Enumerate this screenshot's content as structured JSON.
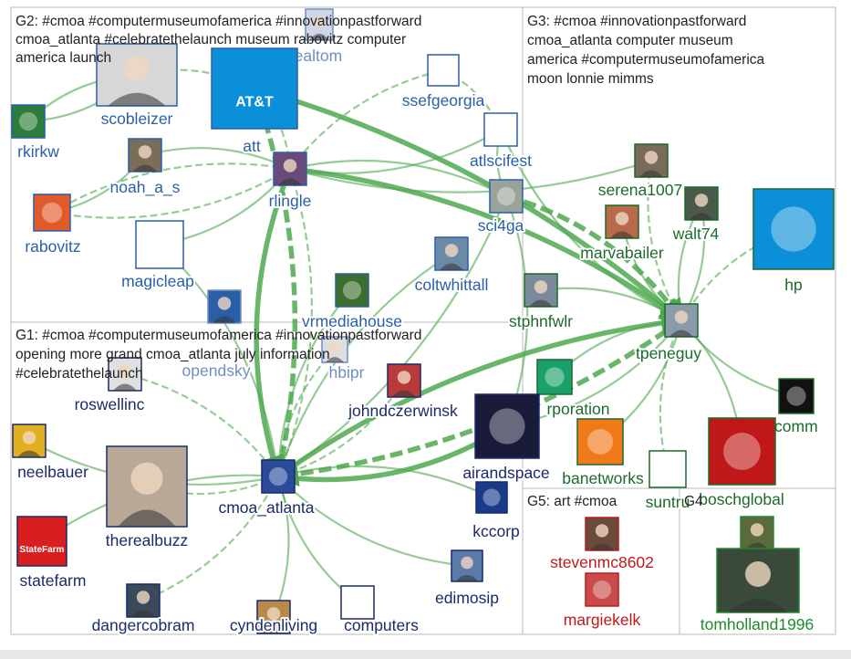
{
  "colors": {
    "edge": "#4fa84f",
    "g1": "#1a2a6c",
    "g2": "#2a5fa8",
    "g3": "#1b6b2a",
    "g4": "#1e8a2e",
    "g5": "#c01818",
    "faded": "#6f8fc4"
  },
  "groups": [
    {
      "id": "G2",
      "lines": [
        "G2: #cmoa #computermuseumofamerica #innovationpastforward",
        "cmoa_atlanta #celebratethelaunch museum rabovitz computer",
        "america launch"
      ]
    },
    {
      "id": "G3",
      "lines": [
        "G3: #cmoa #innovationpastforward",
        "cmoa_atlanta computer museum",
        "america #computermuseumofamerica",
        "moon lonnie mimms"
      ]
    },
    {
      "id": "G1",
      "lines": [
        "G1: #cmoa #computermuseumofamerica #innovationpastforward",
        "opening more grand cmoa_atlanta july information",
        "#celebratethelaunch"
      ]
    },
    {
      "id": "G5",
      "lines": [
        "G5: art #cmoa"
      ]
    },
    {
      "id": "G4",
      "lines": [
        "G4"
      ]
    }
  ],
  "nodes": [
    {
      "id": "scobleizer",
      "label": "scobleizer",
      "group": "g2",
      "icon": "portrait-icon",
      "img": "#d7d7d7"
    },
    {
      "id": "realtom",
      "label": "realtom",
      "group": "faded",
      "icon": "portrait-icon",
      "img": "#cfd6e6"
    },
    {
      "id": "att",
      "label": "att",
      "group": "g2",
      "icon": "att-logo-icon",
      "img": "#0a8fd8",
      "logo": "AT&T"
    },
    {
      "id": "ssefgeorgia",
      "label": "ssefgeorgia",
      "group": "g2",
      "icon": "mortarboard-icon",
      "img": "#ffffff"
    },
    {
      "id": "rkirkw",
      "label": "rkirkw",
      "group": "g2",
      "icon": "flag-icon",
      "img": "#2a7d3a"
    },
    {
      "id": "atlscifest",
      "label": "atlscifest",
      "group": "g2",
      "icon": "science-festival-icon",
      "img": "#ffffff"
    },
    {
      "id": "noah_a_s",
      "label": "noah_a_s",
      "group": "g2",
      "icon": "portrait-icon",
      "img": "#7a6e5a"
    },
    {
      "id": "rlingle",
      "label": "rlingle",
      "group": "g2",
      "icon": "portrait-icon",
      "img": "#6a4a7a"
    },
    {
      "id": "rabovitz",
      "label": "rabovitz",
      "group": "g2",
      "icon": "abstract-art-icon",
      "img": "#e05a2a"
    },
    {
      "id": "sci4ga",
      "label": "sci4ga",
      "group": "g2",
      "icon": "georgia-map-icon",
      "img": "#9aa39a"
    },
    {
      "id": "magicleap",
      "label": "magicleap",
      "group": "g2",
      "icon": "magicleap-logo-icon",
      "img": "#ffffff"
    },
    {
      "id": "coltwhittall",
      "label": "coltwhittall",
      "group": "g2",
      "icon": "portrait-icon",
      "img": "#6a8aa8"
    },
    {
      "id": "vrmediahouse",
      "label": "vrmediahouse",
      "group": "g2",
      "icon": "vr-logo-icon",
      "img": "#3c6e2e"
    },
    {
      "id": "opendsky",
      "label": "opendsky",
      "group": "faded",
      "icon": "portrait-icon",
      "img": "#2a5fa8"
    },
    {
      "id": "hbipr",
      "label": "hbipr",
      "group": "faded",
      "icon": "portrait-icon",
      "img": "#dedede"
    },
    {
      "id": "serena1007",
      "label": "serena1007",
      "group": "g3",
      "icon": "portrait-icon",
      "img": "#7a6a5a"
    },
    {
      "id": "walt74",
      "label": "walt74",
      "group": "g3",
      "icon": "portrait-icon",
      "img": "#4a5a4a"
    },
    {
      "id": "marvabailer",
      "label": "marvabailer",
      "group": "g3",
      "icon": "portrait-icon",
      "img": "#b86a4a"
    },
    {
      "id": "hp",
      "label": "hp",
      "group": "g3",
      "icon": "hp-logo-icon",
      "img": "#0a8fd8"
    },
    {
      "id": "stphnfwlr",
      "label": "stphnfwlr",
      "group": "g3",
      "icon": "portrait-icon",
      "img": "#7a8a9a"
    },
    {
      "id": "tpeneguy",
      "label": "tpeneguy",
      "group": "g3",
      "icon": "portrait-icon",
      "img": "#8a9aaa"
    },
    {
      "id": "ncrcorporation",
      "label": "rporation",
      "group": "g3",
      "icon": "ncr-logo-icon",
      "img": "#1aa06a"
    },
    {
      "id": "comm",
      "label": "3comm",
      "group": "g3",
      "icon": "brand-logo-icon",
      "img": "#111111"
    },
    {
      "id": "arubanetworks",
      "label": "banetworks",
      "group": "g3",
      "icon": "aruba-logo-icon",
      "img": "#f07a1a"
    },
    {
      "id": "suntrust",
      "label": "suntru",
      "group": "g3",
      "icon": "suntrust-logo-icon",
      "img": "#ffffff"
    },
    {
      "id": "boschglobal",
      "label": "boschglobal",
      "group": "g3",
      "icon": "bosch-logo-icon",
      "img": "#c01818"
    },
    {
      "id": "roswellinc",
      "label": "roswellinc",
      "group": "g1",
      "icon": "portrait-icon",
      "img": "#e0e0e0"
    },
    {
      "id": "johndczerwinski",
      "label": "johndczerwinsk",
      "group": "g1",
      "icon": "portrait-icon",
      "img": "#b83a3a"
    },
    {
      "id": "neelbauer",
      "label": "neelbauer",
      "group": "g1",
      "icon": "portrait-icon",
      "img": "#e0b020"
    },
    {
      "id": "airandspace",
      "label": "airandspace",
      "group": "g1",
      "icon": "shuttle-icon",
      "img": "#1a1a3a"
    },
    {
      "id": "therealbuzz",
      "label": "therealbuzz",
      "group": "g1",
      "icon": "portrait-icon",
      "img": "#b8a898"
    },
    {
      "id": "cmoa_atlanta",
      "label": "cmoa_atlanta",
      "group": "g1",
      "icon": "museum-logo-icon",
      "img": "#2a4a9a"
    },
    {
      "id": "kccorp",
      "label": "kccorp",
      "group": "g1",
      "icon": "kc-logo-icon",
      "img": "#1a3a8a"
    },
    {
      "id": "statefarm",
      "label": "statefarm",
      "group": "g1",
      "icon": "statefarm-logo-icon",
      "img": "#d81e1e",
      "logo": "StateFarm"
    },
    {
      "id": "edimosip",
      "label": "edimosip",
      "group": "g1",
      "icon": "portrait-icon",
      "img": "#5a7aa8"
    },
    {
      "id": "dangercobram",
      "label": "dangercobram",
      "group": "g1",
      "icon": "portrait-icon",
      "img": "#3a4a5a"
    },
    {
      "id": "cyndenliving",
      "label": "cyndenliving",
      "group": "g1",
      "icon": "portrait-icon",
      "img": "#b88a4a"
    },
    {
      "id": "livingcomputers",
      "label": "computers",
      "group": "g1",
      "icon": "computers-logo-icon",
      "img": "#ffffff"
    },
    {
      "id": "stevenmc8602",
      "label": "stevenmc8602",
      "group": "g5",
      "icon": "portrait-icon",
      "img": "#6a4a3a"
    },
    {
      "id": "margiekelk",
      "label": "margiekelk",
      "group": "g5",
      "icon": "art-icon",
      "img": "#c84a4a"
    },
    {
      "id": "g4photo",
      "label": "",
      "group": "g4",
      "icon": "portrait-icon",
      "img": "#5a6a3a"
    },
    {
      "id": "tomholland1996",
      "label": "tomholland1996",
      "group": "g4",
      "icon": "portrait-icon",
      "img": "#3a4a3a"
    }
  ],
  "edges": [
    [
      "scobleizer",
      "att"
    ],
    [
      "rkirkw",
      "scobleizer"
    ],
    [
      "noah_a_s",
      "rlingle"
    ],
    [
      "rlingle",
      "att"
    ],
    [
      "rlingle",
      "sci4ga"
    ],
    [
      "rlingle",
      "atlscifest"
    ],
    [
      "rlingle",
      "ssefgeorgia"
    ],
    [
      "rlingle",
      "cmoa_atlanta"
    ],
    [
      "rlingle",
      "magicleap"
    ],
    [
      "rlingle",
      "rabovitz"
    ],
    [
      "rlingle",
      "tpeneguy"
    ],
    [
      "rlingle",
      "serena1007"
    ],
    [
      "sci4ga",
      "tpeneguy"
    ],
    [
      "atlscifest",
      "tpeneguy"
    ],
    [
      "att",
      "tpeneguy"
    ],
    [
      "cmoa_atlanta",
      "att"
    ],
    [
      "cmoa_atlanta",
      "tpeneguy"
    ],
    [
      "cmoa_atlanta",
      "airandspace"
    ],
    [
      "cmoa_atlanta",
      "therealbuzz"
    ],
    [
      "cmoa_atlanta",
      "statefarm"
    ],
    [
      "cmoa_atlanta",
      "neelbauer"
    ],
    [
      "cmoa_atlanta",
      "roswellinc"
    ],
    [
      "cmoa_atlanta",
      "kccorp"
    ],
    [
      "cmoa_atlanta",
      "edimosip"
    ],
    [
      "cmoa_atlanta",
      "dangercobram"
    ],
    [
      "cmoa_atlanta",
      "livingcomputers"
    ],
    [
      "cmoa_atlanta",
      "cyndenliving"
    ],
    [
      "cmoa_atlanta",
      "rlingle"
    ],
    [
      "cmoa_atlanta",
      "vrmediahouse"
    ],
    [
      "cmoa_atlanta",
      "sci4ga"
    ],
    [
      "tpeneguy",
      "hp"
    ],
    [
      "tpeneguy",
      "comm"
    ],
    [
      "tpeneguy",
      "boschglobal"
    ],
    [
      "tpeneguy",
      "suntrust"
    ],
    [
      "tpeneguy",
      "arubanetworks"
    ],
    [
      "tpeneguy",
      "ncrcorporation"
    ],
    [
      "tpeneguy",
      "cmoa_atlanta"
    ],
    [
      "marvabailer",
      "tpeneguy"
    ],
    [
      "walt74",
      "tpeneguy"
    ],
    [
      "serena1007",
      "tpeneguy"
    ],
    [
      "stphnfwlr",
      "tpeneguy"
    ],
    [
      "coltwhittall",
      "cmoa_atlanta"
    ],
    [
      "johndczerwinski",
      "cmoa_atlanta"
    ],
    [
      "airandspace",
      "tpeneguy"
    ],
    [
      "magicleap",
      "cmoa_atlanta"
    ],
    [
      "rabovitz",
      "rlingle"
    ],
    [
      "noah_a_s",
      "rabovitz"
    ],
    [
      "atlscifest",
      "sci4ga"
    ],
    [
      "ssefgeorgia",
      "atlscifest"
    ],
    [
      "scobleizer",
      "rkirkw"
    ],
    [
      "tpeneguy",
      "walt74"
    ],
    [
      "hbipr",
      "cmoa_atlanta"
    ],
    [
      "sci4ga",
      "airandspace"
    ]
  ]
}
